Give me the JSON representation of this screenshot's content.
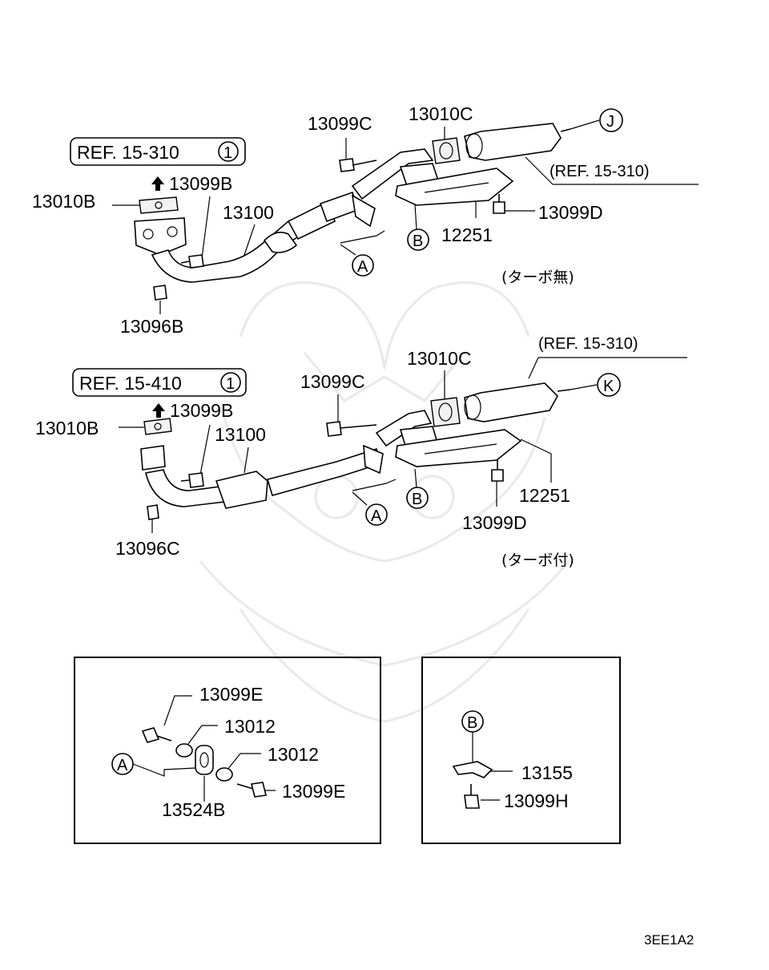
{
  "top_assembly": {
    "ref_box": "REF. 15-310",
    "ref_box_num": "1",
    "ref_right": "(REF. 15-310)",
    "note": "(ターボ無)",
    "parts": {
      "p13099C": "13099C",
      "p13010C": "13010C",
      "p13099B": "13099B",
      "p13010B": "13010B",
      "p13100": "13100",
      "p13099D": "13099D",
      "p12251": "12251",
      "p13096B": "13096B"
    },
    "callouts": {
      "J": "J",
      "A": "A",
      "B": "B"
    }
  },
  "bottom_assembly": {
    "ref_box": "REF. 15-410",
    "ref_box_num": "1",
    "ref_right": "(REF. 15-310)",
    "note": "(ターボ付)",
    "parts": {
      "p13099C": "13099C",
      "p13010C": "13010C",
      "p13099B": "13099B",
      "p13010B": "13010B",
      "p13100": "13100",
      "p12251": "12251",
      "p13099D": "13099D",
      "p13096C": "13096C"
    },
    "callouts": {
      "K": "K",
      "A": "A",
      "B": "B"
    }
  },
  "detail_a": {
    "callout": "A",
    "parts": {
      "p13099E_top": "13099E",
      "p13012_top": "13012",
      "p13012_mid": "13012",
      "p13099E_bot": "13099E",
      "p13524B": "13524B"
    }
  },
  "detail_b": {
    "callout": "B",
    "parts": {
      "p13155": "13155",
      "p13099H": "13099H"
    }
  },
  "drawing_code": "3EE1A2"
}
